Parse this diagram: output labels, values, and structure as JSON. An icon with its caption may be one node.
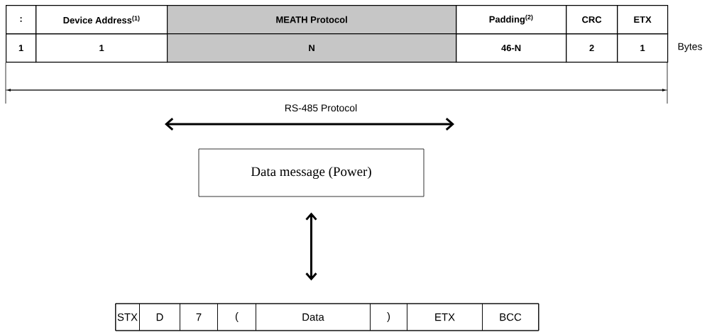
{
  "diagram": {
    "nodes": [
      {
        "text": [
          "Data message (Power)"
        ]
      },
      {
        "text": [],
        "shape": "box"
      },
      {
        "text": [
          "STX"
        ],
        "in": 1
      },
      {
        "text": [
          "D"
        ],
        "in": 1
      },
      {
        "text": [
          "7"
        ],
        "in": 1
      },
      {
        "text": [
          "("
        ],
        "in": 1
      },
      {
        "text": [
          "Data"
        ],
        "in": 1
      },
      {
        "text": [
          ")"
        ],
        "in": 1
      },
      {
        "text": [
          "ETX"
        ],
        "in": 1
      },
      {
        "text": [
          "BCC"
        ],
        "in": 1
      }
    ],
    "edges": [
      {
        "from": 0,
        "to": 1,
        "arrow": "both"
      }
    ],
    "labels": [
      ":",
      "Device Address$^{(1)}$",
      "MEATH Protocol",
      "Padding$^{(2)}$",
      "CRC",
      "ETX",
      "1",
      "1",
      "N",
      "46-N",
      "2",
      "1",
      "Bytes",
      "RS-485 Protocol"
    ]
  }
}
